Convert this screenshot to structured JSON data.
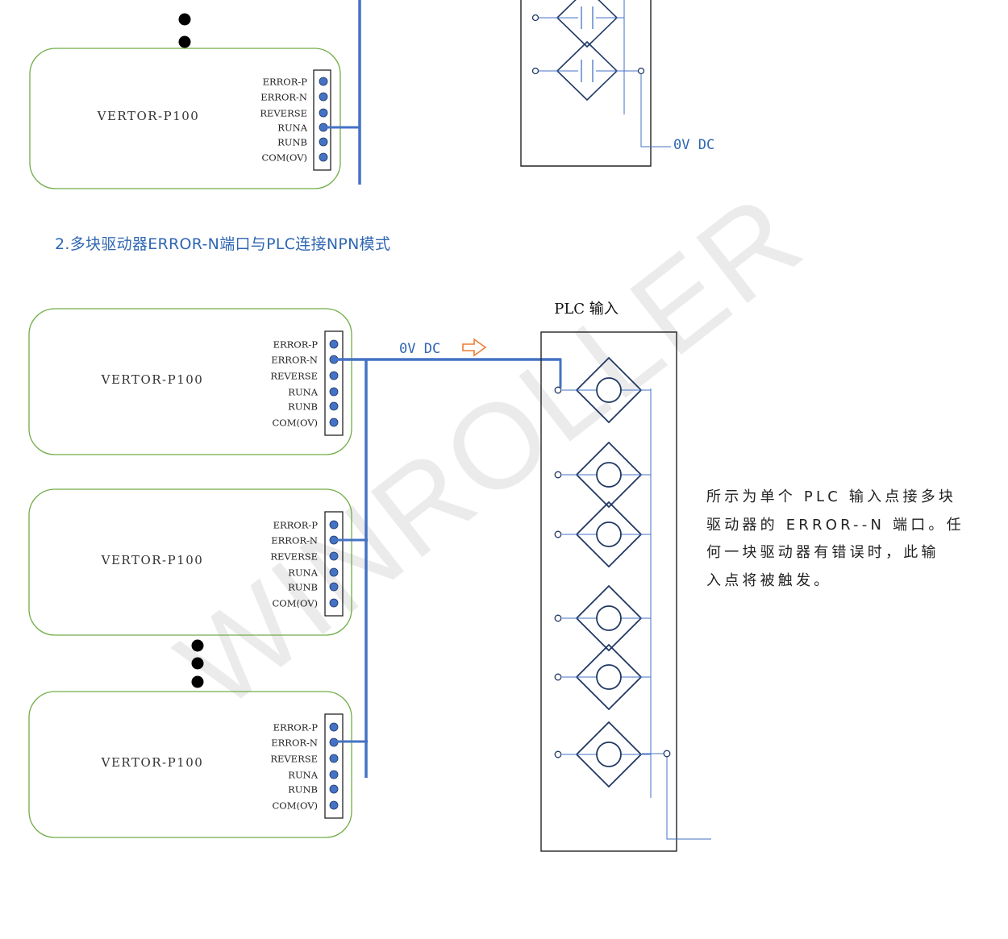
{
  "watermark": "WINROLLER",
  "colors": {
    "accent_blue": "#2f66b3",
    "wire_blue": "#4472c4",
    "box_green": "#70ad47",
    "arrow_orange": "#ed7d31",
    "watermark_gray": "#e9e9e9",
    "pin_fill": "#4472c4",
    "text_dark": "#222222"
  },
  "top_section": {
    "driver": {
      "name": "VERTOR-P100",
      "pins": [
        "ERROR-P",
        "ERROR-N",
        "REVERSE",
        "RUNA",
        "RUNB",
        "COM(OV)"
      ]
    },
    "ground_label": "0V DC"
  },
  "section2": {
    "title": "2.多块驱动器ERROR-N端口与PLC连接NPN模式",
    "voltage_label": "0V DC",
    "plc_label": "PLC 输入",
    "drivers": [
      {
        "name": "VERTOR-P100",
        "pins": [
          "ERROR-P",
          "ERROR-N",
          "REVERSE",
          "RUNA",
          "RUNB",
          "COM(OV)"
        ]
      },
      {
        "name": "VERTOR-P100",
        "pins": [
          "ERROR-P",
          "ERROR-N",
          "REVERSE",
          "RUNA",
          "RUNB",
          "COM(OV)"
        ]
      },
      {
        "name": "VERTOR-P100",
        "pins": [
          "ERROR-P",
          "ERROR-N",
          "REVERSE",
          "RUNA",
          "RUNB",
          "COM(OV)"
        ]
      }
    ],
    "description_lines": [
      "所示为单个 PLC 输入点接多块",
      "驱动器的 ERROR--N 端口。任",
      "何一块驱动器有错误时，此输",
      "入点将被触发。"
    ]
  }
}
